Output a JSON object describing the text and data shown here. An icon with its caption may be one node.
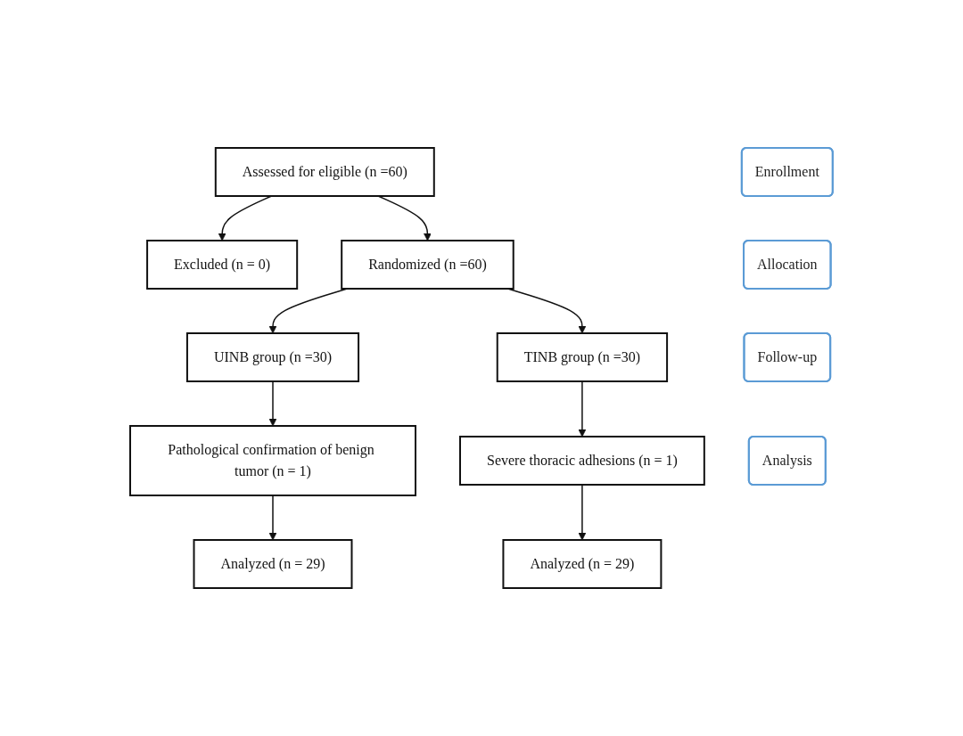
{
  "diagram": {
    "nodes": [
      {
        "text": [
          "Enrollment"
        ]
      },
      {
        "text": [
          "Assessed for eligible (n =60)"
        ]
      },
      {
        "text": [
          "Excluded (n = 0)"
        ]
      },
      {
        "text": [
          "Randomized (n =60)"
        ]
      },
      {
        "text": [
          "Allocation"
        ]
      },
      {
        "text": [
          "UINB group (n =30)"
        ]
      },
      {
        "text": [
          "TINB group (n =30)"
        ]
      },
      {
        "text": [
          "Follow-up"
        ]
      },
      {
        "text": [
          "Pathological confirmation of benign tumor (n = 1)"
        ]
      },
      {
        "text": [
          "Severe thoracic adhesions (n = 1)"
        ]
      },
      {
        "text": [
          "Analysis"
        ]
      },
      {
        "text": [
          "Analyzed (n = 29)"
        ]
      },
      {
        "text": [
          "Analyzed (n = 29)"
        ]
      }
    ],
    "edges": [
      {
        "from": 1,
        "to": 3,
        "arrow": "to"
      },
      {
        "from": 1,
        "to": 2,
        "arrow": "to"
      },
      {
        "from": 3,
        "to": 5,
        "arrow": "to"
      },
      {
        "from": 3,
        "to": 6,
        "arrow": "to"
      },
      {
        "from": 5,
        "to": 8,
        "arrow": "to"
      },
      {
        "from": 6,
        "to": 9,
        "arrow": "to"
      },
      {
        "from": 8,
        "to": 11,
        "arrow": "to"
      },
      {
        "from": 9,
        "to": 12,
        "arrow": "to"
      }
    ]
  }
}
